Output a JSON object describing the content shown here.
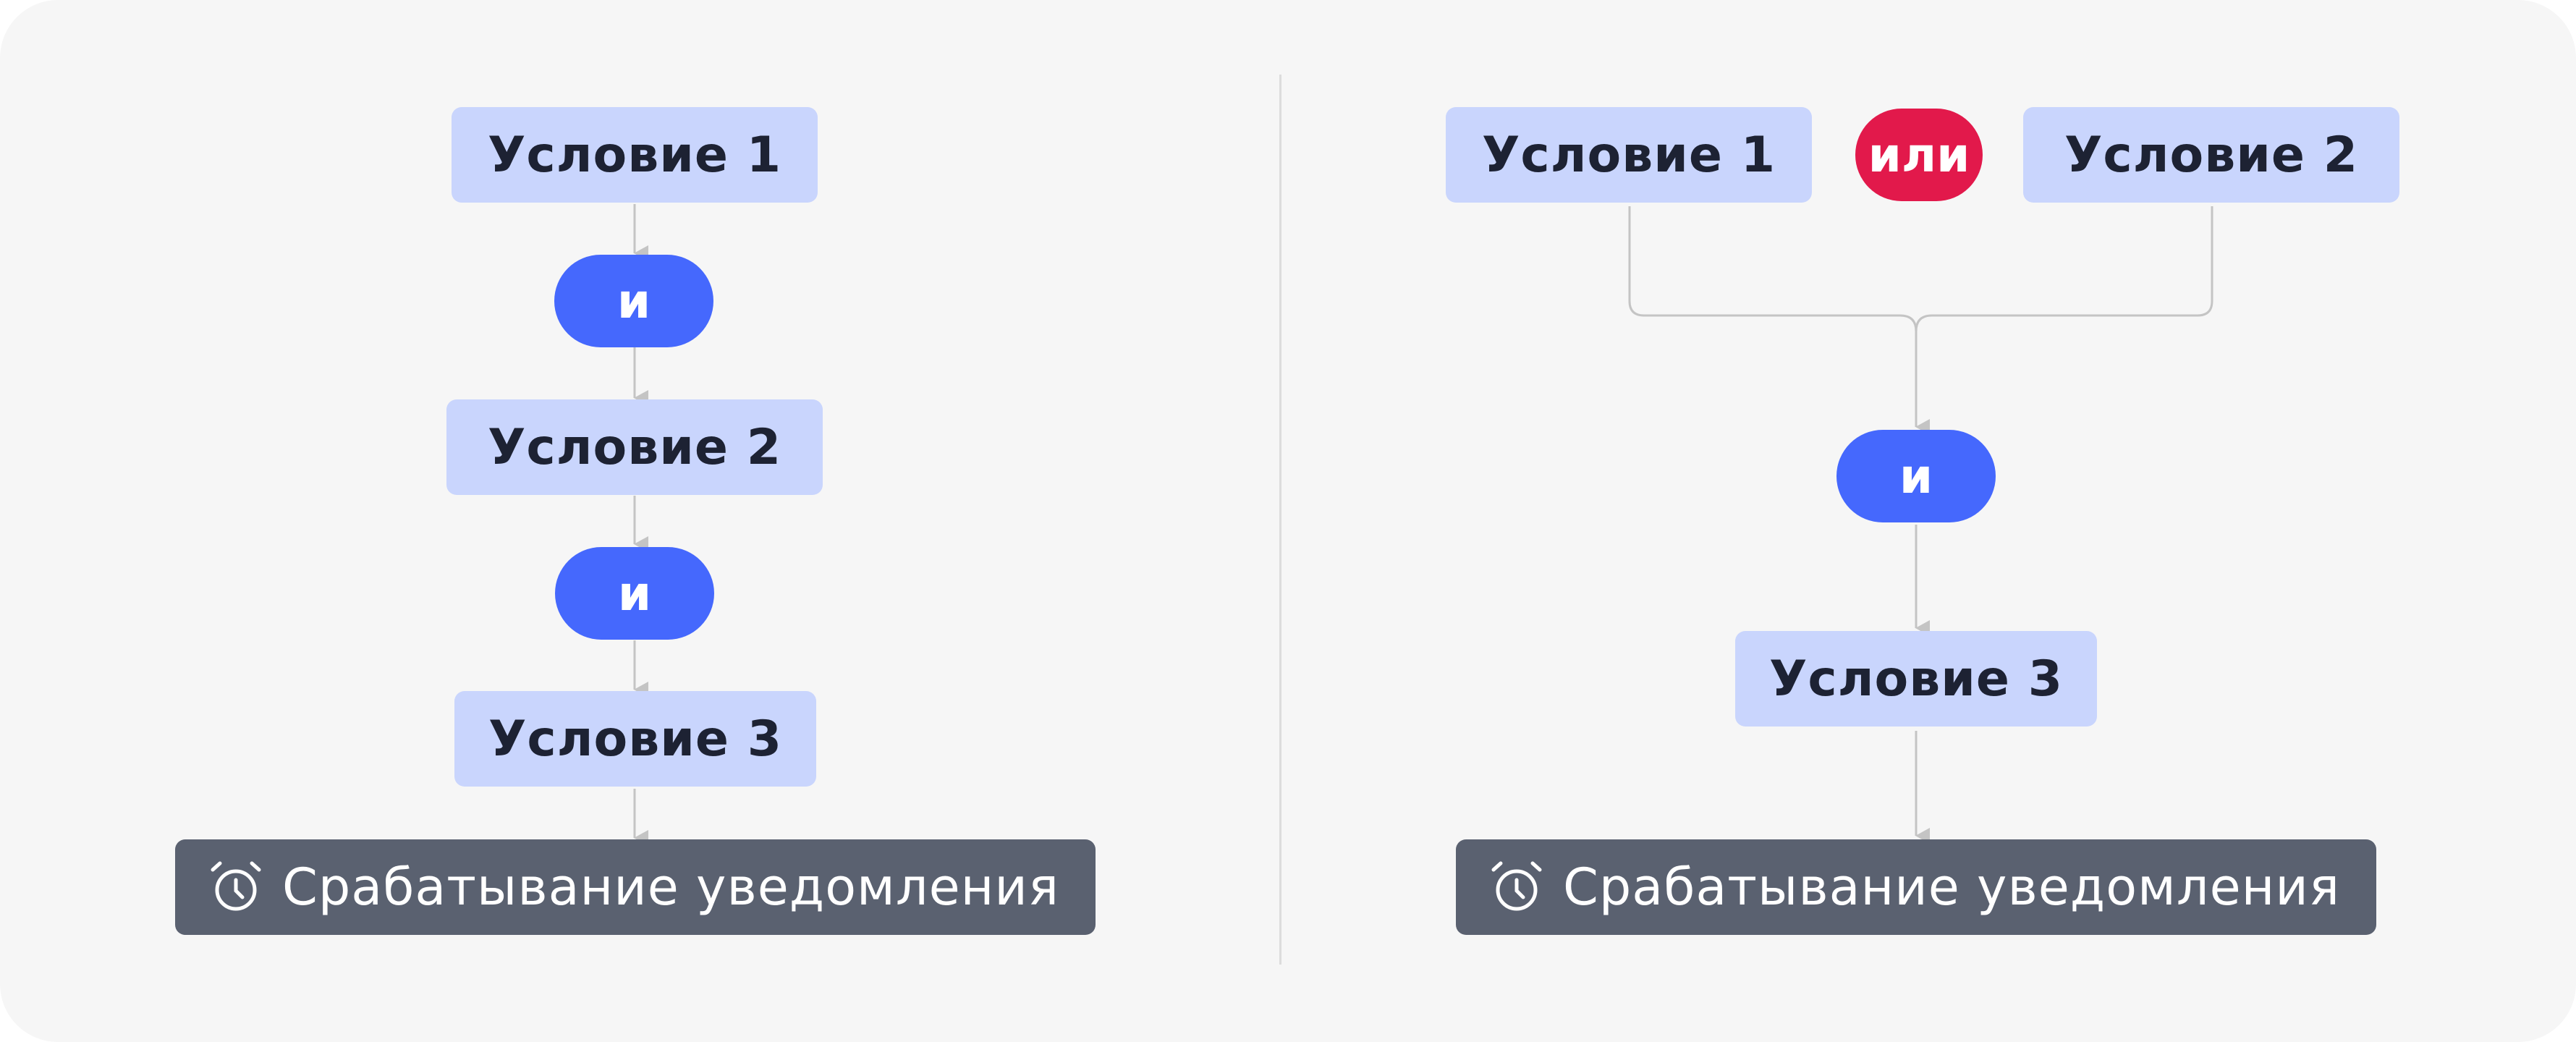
{
  "left": {
    "conditions": [
      "Условие 1",
      "Условие 2",
      "Условие 3"
    ],
    "operators": [
      "и",
      "и"
    ],
    "trigger": "Срабатывание уведомления"
  },
  "right": {
    "conditions": [
      "Условие 1",
      "Условие 2",
      "Условие 3"
    ],
    "or_operator": "или",
    "and_operator": "и",
    "trigger": "Срабатывание уведомления"
  },
  "icons": {
    "trigger": "alarm-clock-icon"
  },
  "colors": {
    "condition_box": "#c9d5fd",
    "and_pill": "#4568fd",
    "or_pill": "#e2194b",
    "trigger_box": "#5a6170",
    "background": "#f6f6f6"
  }
}
